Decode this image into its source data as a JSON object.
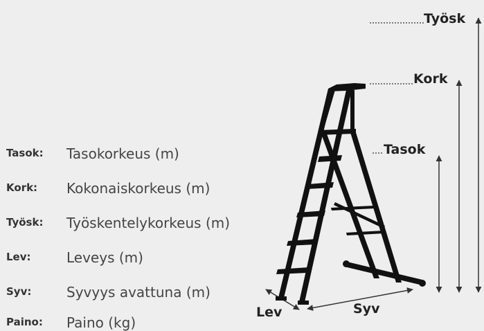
{
  "dimension_labels": {
    "tyosk": "Työsk",
    "kork": "Kork",
    "tasok": "Tasok",
    "lev": "Lev",
    "syv": "Syv"
  },
  "legend": [
    {
      "key": "Tasok:",
      "desc": "Tasokorkeus (m)"
    },
    {
      "key": "Kork:",
      "desc": "Kokonaiskorkeus (m)"
    },
    {
      "key": "Työsk:",
      "desc": "Työskentelykorkeus (m)"
    },
    {
      "key": "Lev:",
      "desc": "Leveys (m)"
    },
    {
      "key": "Syv:",
      "desc": "Syvyys avattuna (m)"
    },
    {
      "key": "Paino:",
      "desc": "Paino (kg)"
    }
  ],
  "colors": {
    "background": "#eeeeee",
    "ladder": "#111111",
    "dimension_line": "#333333"
  }
}
